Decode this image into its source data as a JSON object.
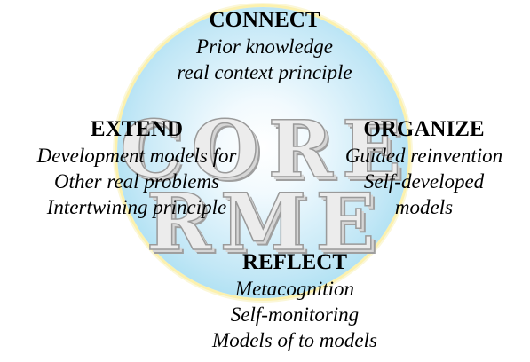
{
  "watermark": {
    "line1": "CORE",
    "line2": "RME"
  },
  "connect": {
    "heading": "CONNECT",
    "lines": [
      "Prior knowledge",
      "real context principle"
    ]
  },
  "extend": {
    "heading": "EXTEND",
    "lines": [
      "Development models for",
      "Other real problems",
      "Intertwining principle"
    ]
  },
  "organize": {
    "heading": "ORGANIZE",
    "lines": [
      "Guided reinvention",
      "Self-developed",
      "models"
    ]
  },
  "reflect": {
    "heading": "REFLECT",
    "lines": [
      "Metacognition",
      "Self-monitoring",
      "Models of to models"
    ]
  },
  "colors": {
    "circle_fill": "#a9dff2",
    "circle_center": "#ffffff",
    "circle_ring": "#fcf1ae",
    "text": "#000000"
  }
}
